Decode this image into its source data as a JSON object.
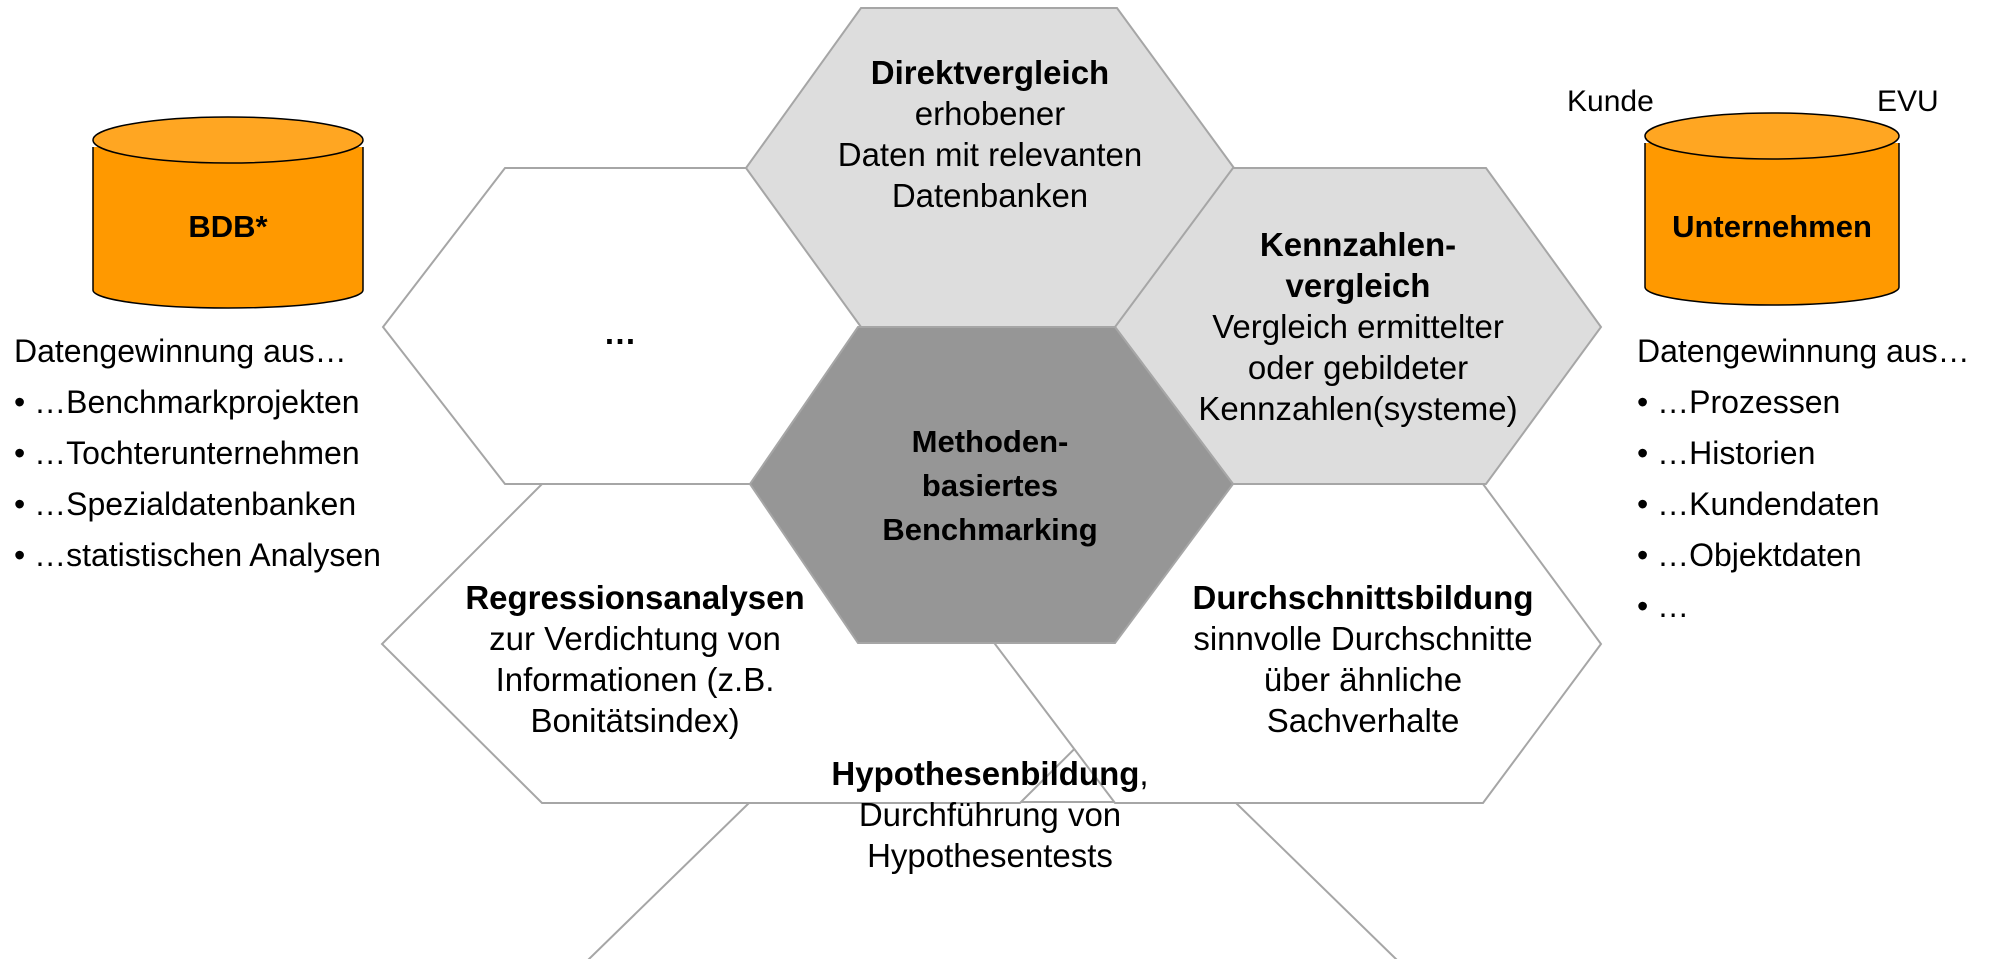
{
  "colors": {
    "db_fill": "#FF9900",
    "db_top": "#FFA622",
    "db_stroke": "#000000",
    "hex_center": "#969696",
    "hex_light": "#DDDDDD",
    "hex_white": "#FFFFFF",
    "hex_stroke": "#A6A6A6"
  },
  "left_db": {
    "label": "BDB*",
    "intro": "Datengewinnung aus…",
    "items": [
      "•  …Benchmarkprojekten",
      "•  …Tochterunternehmen",
      "•  …Spezialdatenbanken",
      "•  …statistischen Analysen"
    ]
  },
  "right_db": {
    "label": "Unternehmen",
    "corner_left": "Kunde",
    "corner_right": "EVU",
    "intro": "Datengewinnung aus…",
    "items": [
      "•  …Prozessen",
      "•  …Historien",
      "•  …Kundendaten",
      "•  …Objektdaten",
      "•  …"
    ]
  },
  "hexes": {
    "top": {
      "title": "Direktvergleich",
      "lines": [
        "erhobener",
        "Daten mit relevanten",
        "Datenbanken"
      ]
    },
    "upper_left": {
      "title": "…"
    },
    "upper_right": {
      "title_1": "Kennzahlen-",
      "title_2": "vergleich",
      "lines": [
        "Vergleich ermittelter",
        "oder gebildeter",
        "Kennzahlen(systeme)"
      ]
    },
    "center": {
      "lines": [
        "Methoden-",
        "basiertes",
        "Benchmarking"
      ]
    },
    "lower_left": {
      "title": "Regressionsanalysen",
      "lines": [
        "zur Verdichtung von",
        "Informationen (z.B.",
        "Bonitätsindex)"
      ]
    },
    "lower_right": {
      "title": "Durchschnittsbildung",
      "lines": [
        "sinnvolle Durchschnitte",
        "über ähnliche",
        "Sachverhalte"
      ]
    },
    "bottom": {
      "title": "Hypothesenbildung",
      "title_suffix": ",",
      "lines": [
        "Durchführung von",
        "Hypothesentests"
      ]
    }
  }
}
